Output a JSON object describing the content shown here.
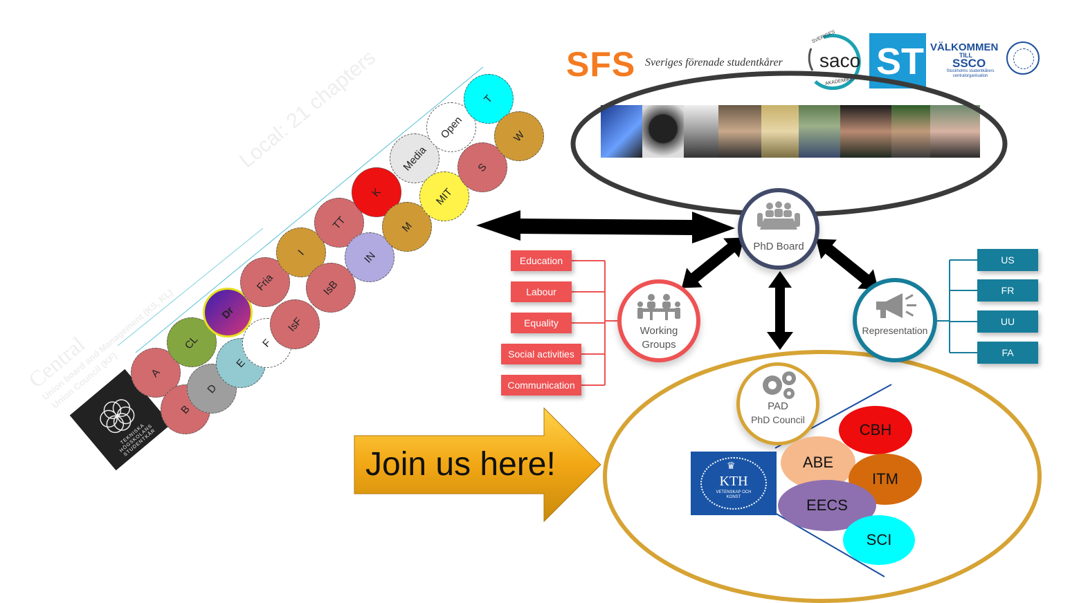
{
  "logos": {
    "sfs_abbr": "SFS",
    "sfs_name": "Sveriges förenade studentkårer",
    "saco_name": "saco",
    "saco_top": "SVERIGES",
    "saco_bottom": "AKADEMIKER",
    "st_name": "ST",
    "ssco_line1": "VÄLKOMMEN",
    "ssco_line2": "TILL",
    "ssco_line3": "SSCO",
    "ssco_sub": "Stockholms studentkårers centralorganisation",
    "ths_text": "TEKNISKA HÖGSKOLANS STUDENTKÅR",
    "kth_name": "KTH",
    "kth_sub": "VETENSKAP OCH KONST"
  },
  "ths": {
    "local_label": "Local: 21 chapters",
    "central_label": "Central",
    "central_sub1": "Union board and Management (KS, KL)",
    "central_sub2": "Union Council (KF)",
    "chapters": [
      {
        "id": "A",
        "color": "#d26b6e"
      },
      {
        "id": "B",
        "color": "#d26b6e"
      },
      {
        "id": "CL",
        "color": "#84a640"
      },
      {
        "id": "D",
        "color": "#9e9e9e"
      },
      {
        "id": "Dr",
        "color": "#8e3fa8"
      },
      {
        "id": "E",
        "color": "#93c9d0"
      },
      {
        "id": "F",
        "color": "#ffffff"
      },
      {
        "id": "Fria",
        "color": "#d26b6e"
      },
      {
        "id": "IsF",
        "color": "#d26b6e"
      },
      {
        "id": "I",
        "color": "#cf9a36"
      },
      {
        "id": "IsB",
        "color": "#d26b6e"
      },
      {
        "id": "TT",
        "color": "#d26b6e"
      },
      {
        "id": "IN",
        "color": "#b1aae0"
      },
      {
        "id": "K",
        "color": "#ee1111"
      },
      {
        "id": "M",
        "color": "#cf9a36"
      },
      {
        "id": "Media",
        "color": "#e6e6e6"
      },
      {
        "id": "MIT",
        "color": "#fff34a"
      },
      {
        "id": "Open",
        "color": "#ffffff"
      },
      {
        "id": "S",
        "color": "#d26b6e"
      },
      {
        "id": "T",
        "color": "#00ffff"
      },
      {
        "id": "W",
        "color": "#cf9a36"
      }
    ]
  },
  "board": {
    "label": "PhD Board"
  },
  "working_groups": {
    "label_line1": "Working",
    "label_line2": "Groups",
    "items": [
      "Education",
      "Labour",
      "Equality",
      "Social activities",
      "Communication"
    ]
  },
  "representation": {
    "label": "Representation",
    "items": [
      "US",
      "FR",
      "UU",
      "FA"
    ]
  },
  "council": {
    "abbr": "PAD",
    "label": "PhD Council",
    "schools": [
      {
        "name": "CBH",
        "color": "#ee0c0c"
      },
      {
        "name": "ABE",
        "color": "#f5b98c"
      },
      {
        "name": "ITM",
        "color": "#d46a0c"
      },
      {
        "name": "EECS",
        "color": "#8e70b0"
      },
      {
        "name": "SCI",
        "color": "#00ffff"
      }
    ]
  },
  "cta": {
    "text": "Join us here!"
  },
  "colors": {
    "board_ring": "#414a69",
    "wg_ring": "#ee5253",
    "rep_ring": "#167d9a",
    "council_ring": "#d6a334",
    "sfs": "#f47b20",
    "st": "#1c9bd7",
    "kth": "#1954a6"
  }
}
